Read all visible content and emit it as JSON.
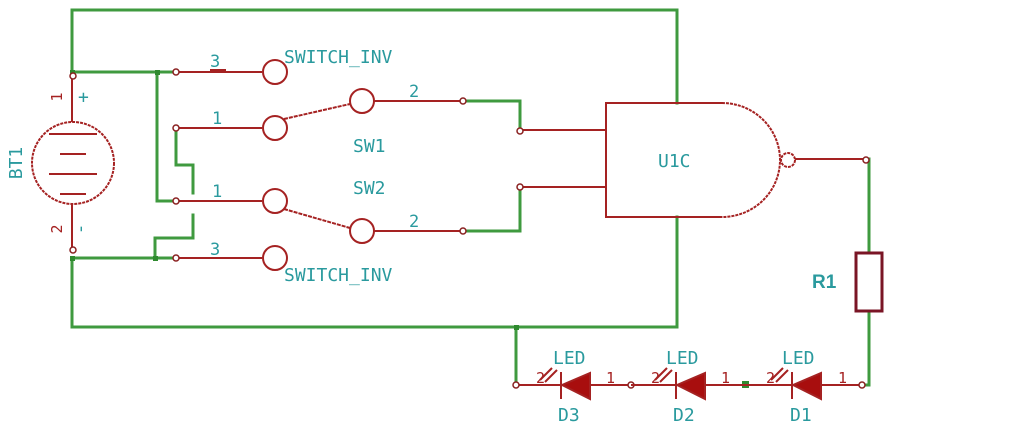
{
  "schematic": {
    "battery": {
      "ref": "BT1",
      "pin_plus": "1",
      "pin_minus": "2",
      "plus_sign": "+",
      "minus_sign": "-"
    },
    "switches": [
      {
        "ref": "SW1",
        "value": "SWITCH_INV",
        "pin_common": "2",
        "pin_a": "1",
        "pin_b": "3"
      },
      {
        "ref": "SW2",
        "value": "SWITCH_INV",
        "pin_common": "2",
        "pin_a": "1",
        "pin_b": "3"
      }
    ],
    "gate": {
      "ref": "U1C",
      "type": "NAND"
    },
    "resistor": {
      "ref": "R1"
    },
    "leds": [
      {
        "ref": "D3",
        "value": "LED",
        "pin_anode": "2",
        "pin_cathode": "1"
      },
      {
        "ref": "D2",
        "value": "LED",
        "pin_anode": "2",
        "pin_cathode": "1"
      },
      {
        "ref": "D1",
        "value": "LED",
        "pin_anode": "2",
        "pin_cathode": "1"
      }
    ],
    "colors": {
      "wire": "#3f9a3f",
      "component": "#a52222",
      "label": "#2a9a9e",
      "background": "#ffffff"
    }
  }
}
